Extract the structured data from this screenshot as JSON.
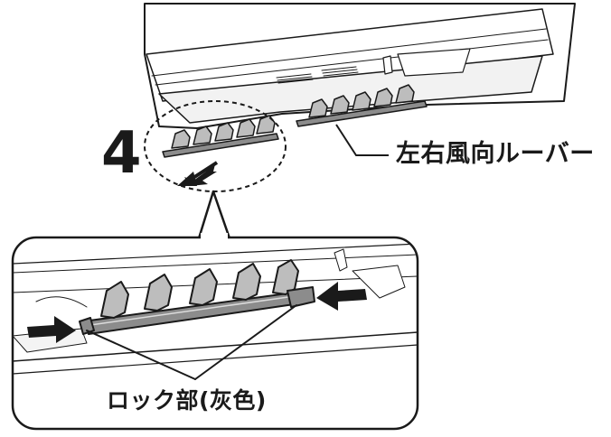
{
  "step": {
    "number": "4"
  },
  "callouts": {
    "louver_label": "左右風向ルーバー",
    "lock_label": "ロック部(灰色)"
  },
  "colors": {
    "line": "#1a1a1a",
    "lock_part": "#8c8c8c",
    "louver_blade": "#bdbdbd",
    "unit_body": "#ffffff"
  },
  "icons": [
    "push-arrow-left-icon",
    "push-arrow-right-icon",
    "pull-arrow-icon"
  ]
}
